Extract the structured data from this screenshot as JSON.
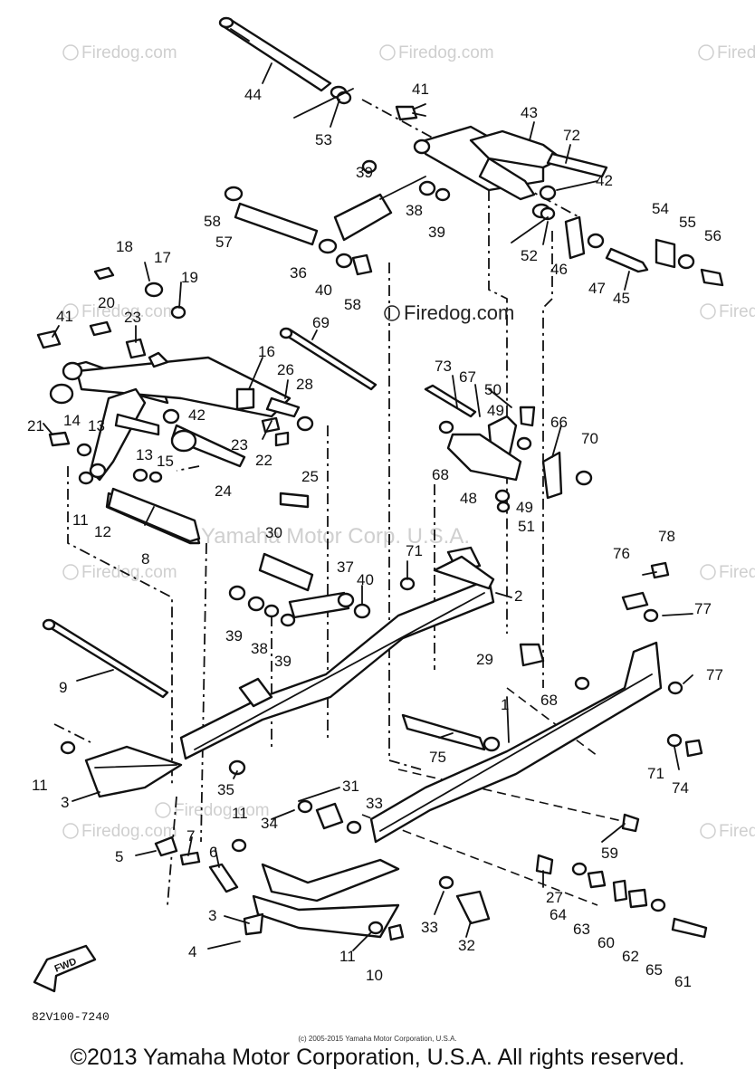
{
  "diagram_code": "82V100-7240",
  "fine_print": "(c) 2005-2015 Yamaha Motor Corporation, U.S.A.",
  "copyright": "©2013 Yamaha Motor Corporation, U.S.A. All rights reserved.",
  "watermarks": {
    "firedog": "Firedog.com",
    "firedog_center": "Firedog.com",
    "yamaha": "Yamaha Motor Corp. U.S.A."
  },
  "fwd_tag": "FWD",
  "part_labels": [
    "44",
    "53",
    "41",
    "43",
    "72",
    "39",
    "38",
    "39",
    "42",
    "58",
    "57",
    "36",
    "40",
    "58",
    "52",
    "46",
    "47",
    "45",
    "54",
    "55",
    "56",
    "18",
    "17",
    "19",
    "20",
    "23",
    "41",
    "69",
    "16",
    "26",
    "28",
    "73",
    "67",
    "50",
    "49",
    "66",
    "70",
    "21",
    "14",
    "13",
    "42",
    "23",
    "22",
    "13",
    "15",
    "11",
    "12",
    "24",
    "25",
    "68",
    "48",
    "49",
    "51",
    "8",
    "30",
    "71",
    "37",
    "40",
    "2",
    "76",
    "78",
    "39",
    "38",
    "39",
    "77",
    "9",
    "29",
    "77",
    "68",
    "1",
    "75",
    "11",
    "3",
    "35",
    "71",
    "74",
    "31",
    "33",
    "11",
    "34",
    "5",
    "7",
    "6",
    "59",
    "27",
    "3",
    "64",
    "63",
    "60",
    "62",
    "65",
    "61",
    "33",
    "32",
    "4",
    "11",
    "10"
  ]
}
